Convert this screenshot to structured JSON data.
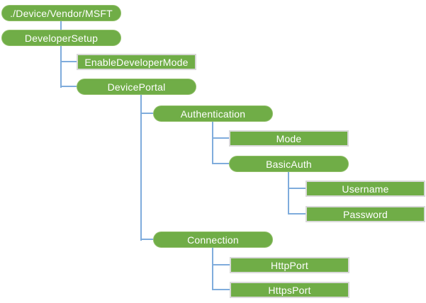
{
  "diagram": {
    "type": "tree",
    "orientation": "left-indented",
    "colors": {
      "node_fill": "#70AD47",
      "node_text": "#FFFFFF",
      "connector": "#7FACDC",
      "rectangle_border": "#D9D9D9"
    },
    "nodes": [
      {
        "label": "./Device/Vendor/MSFT",
        "shape": "rounded",
        "level": 0,
        "parent": null
      },
      {
        "label": "DeveloperSetup",
        "shape": "rounded",
        "level": 0,
        "parent": "./Device/Vendor/MSFT"
      },
      {
        "label": "EnableDeveloperMode",
        "shape": "rectangle",
        "level": 1,
        "parent": "DeveloperSetup"
      },
      {
        "label": "DevicePortal",
        "shape": "rounded",
        "level": 1,
        "parent": "DeveloperSetup"
      },
      {
        "label": "Authentication",
        "shape": "rounded",
        "level": 2,
        "parent": "DevicePortal"
      },
      {
        "label": "Mode",
        "shape": "rectangle",
        "level": 3,
        "parent": "Authentication"
      },
      {
        "label": "BasicAuth",
        "shape": "rounded",
        "level": 3,
        "parent": "Authentication"
      },
      {
        "label": "Username",
        "shape": "rectangle",
        "level": 4,
        "parent": "BasicAuth"
      },
      {
        "label": "Password",
        "shape": "rectangle",
        "level": 4,
        "parent": "BasicAuth"
      },
      {
        "label": "Connection",
        "shape": "rounded",
        "level": 2,
        "parent": "DevicePortal"
      },
      {
        "label": "HttpPort",
        "shape": "rectangle",
        "level": 3,
        "parent": "Connection"
      },
      {
        "label": "HttpsPort",
        "shape": "rectangle",
        "level": 3,
        "parent": "Connection"
      }
    ]
  }
}
